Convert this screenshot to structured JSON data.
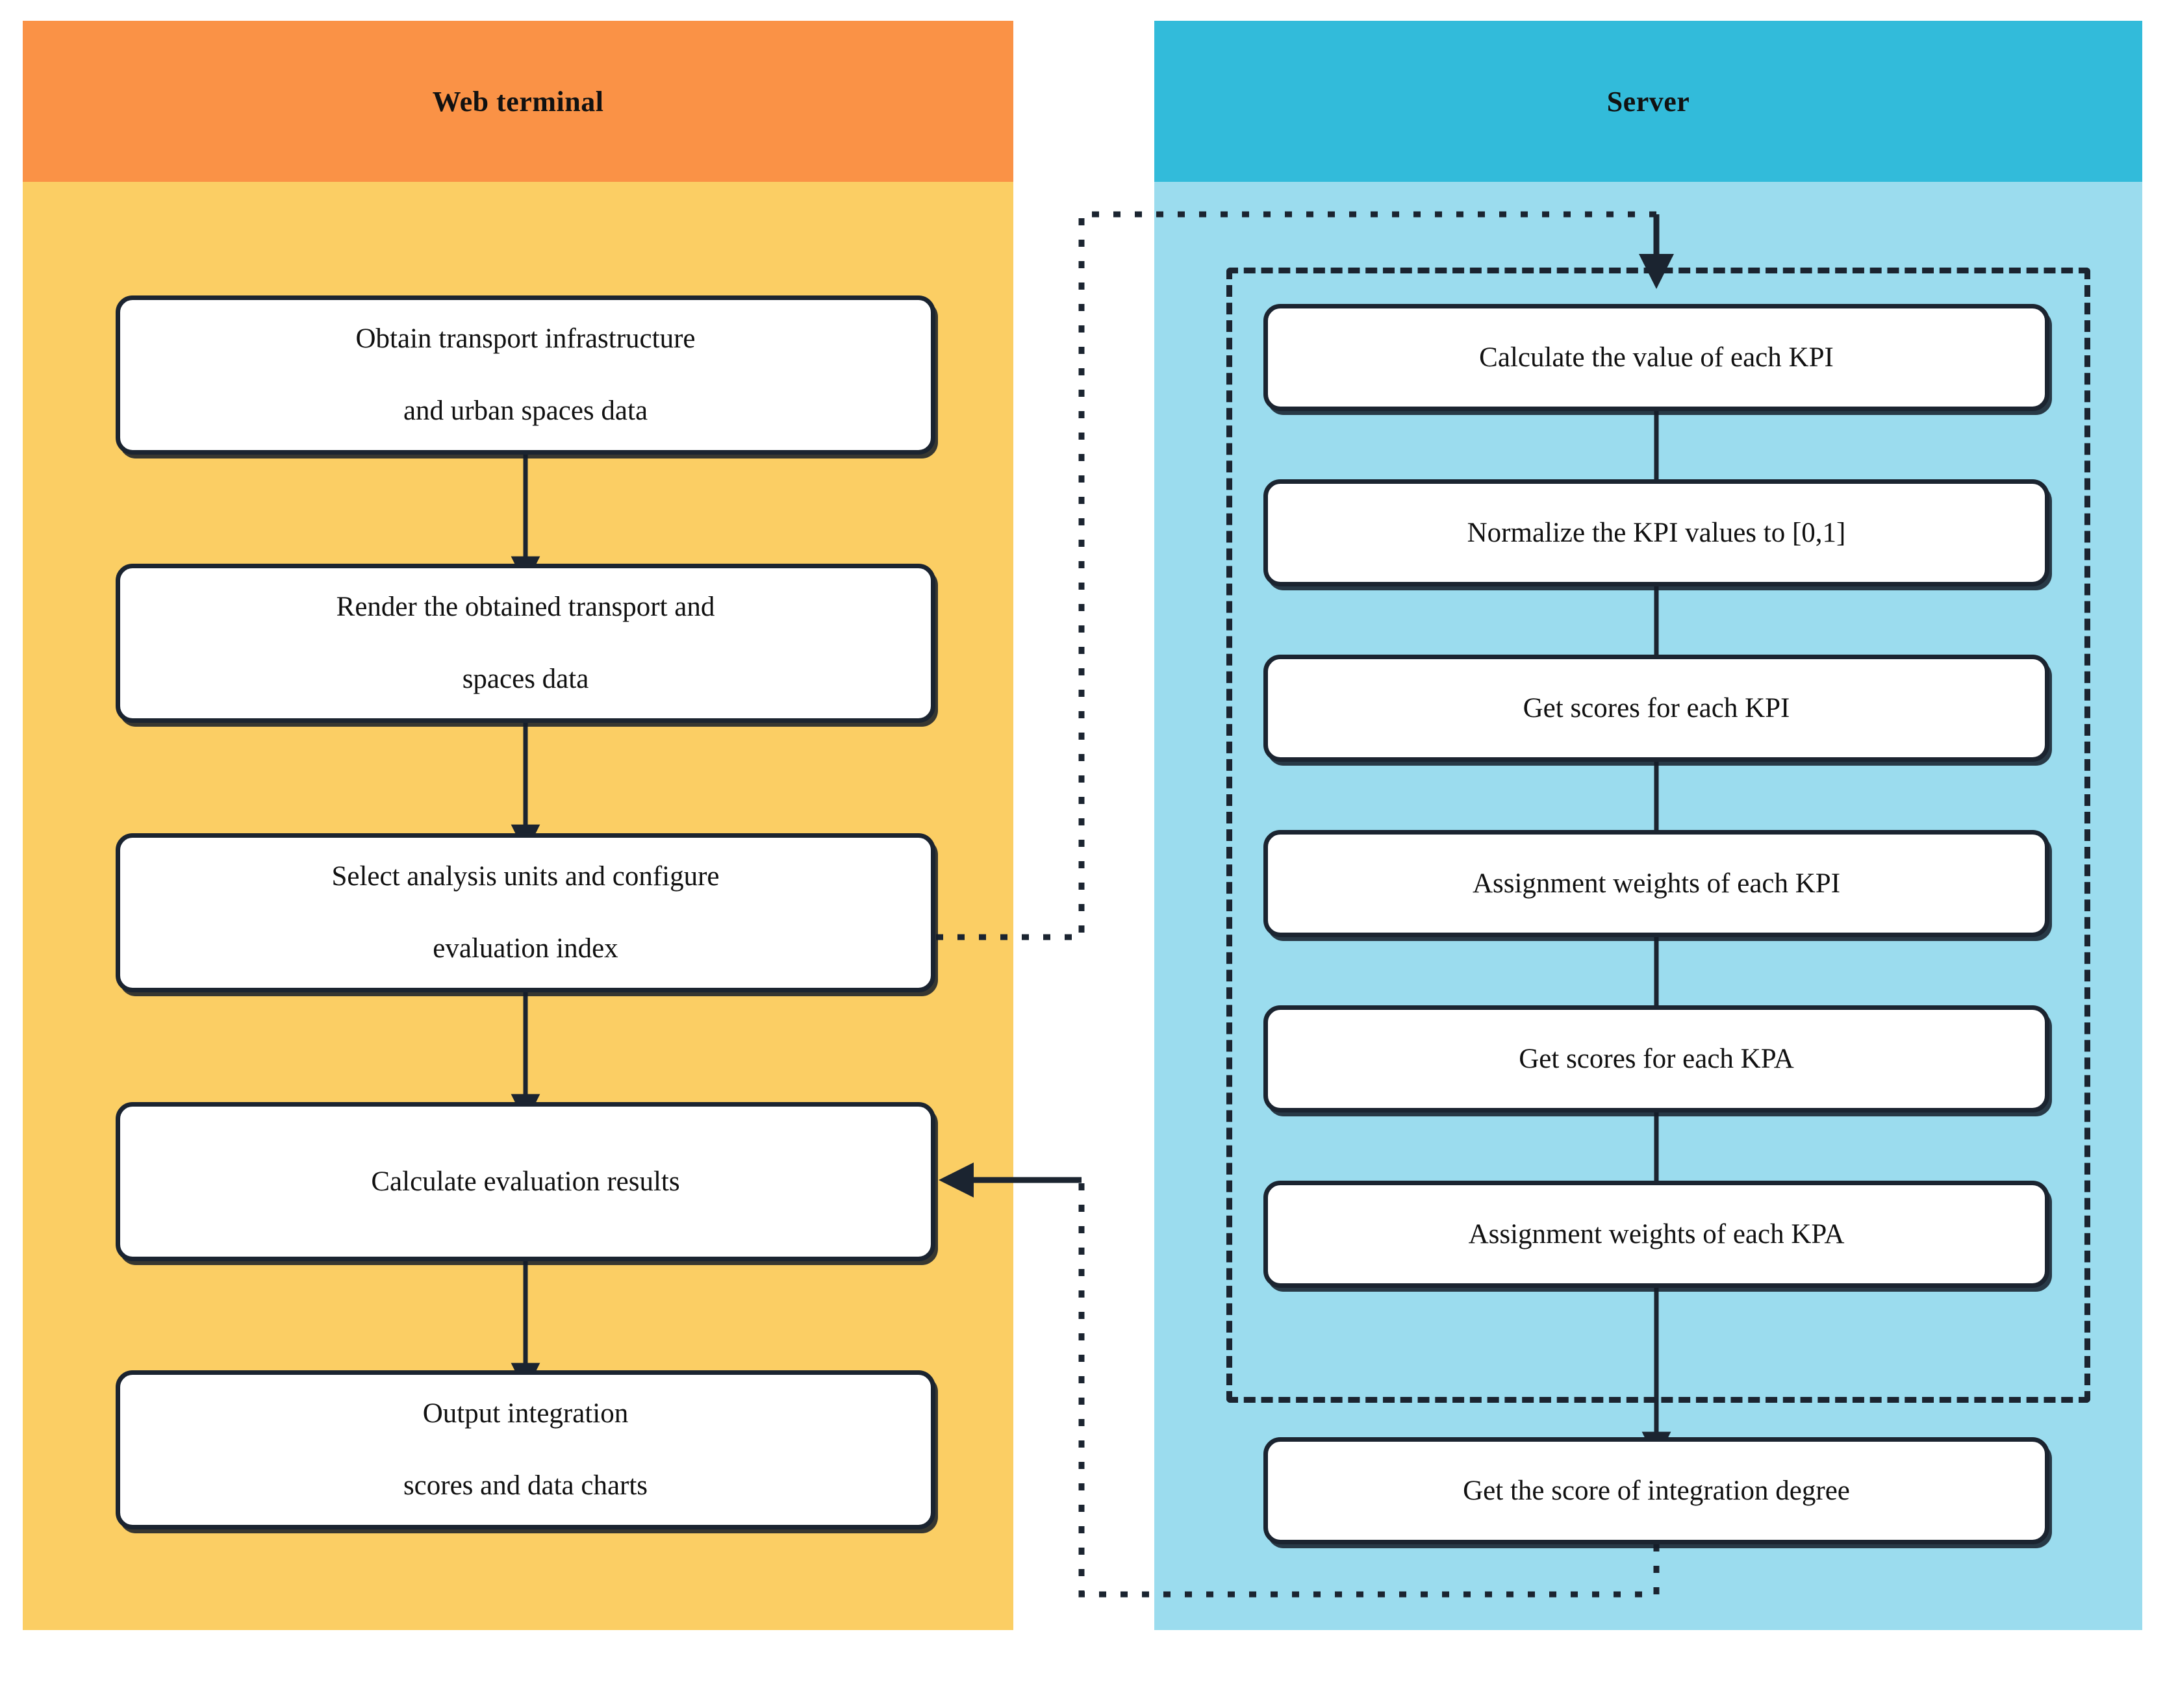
{
  "diagram": {
    "title_left": "Web terminal",
    "title_right": "Server",
    "colors": {
      "web_header": "#FA9246",
      "web_body": "#FBCE64",
      "server_header": "#32BBDA",
      "server_body": "#9BDCEE",
      "node_border": "#1B2430",
      "node_fill": "#FFFFFF"
    }
  },
  "web_terminal": {
    "header": "Web terminal",
    "nodes": [
      {
        "id": "obtain-data",
        "line1": "Obtain transport infrastructure",
        "line2": "and urban spaces data"
      },
      {
        "id": "render-data",
        "line1": "Render the obtained transport and",
        "line2": "spaces data"
      },
      {
        "id": "select-units",
        "line1": "Select analysis units and configure",
        "line2": "evaluation index"
      },
      {
        "id": "calculate-eval",
        "line1": "Calculate evaluation results",
        "line2": ""
      },
      {
        "id": "output-scores",
        "line1": "Output integration",
        "line2": "scores and data charts"
      }
    ]
  },
  "server": {
    "header": "Server",
    "nodes": [
      {
        "id": "calc-kpi-value",
        "line1": "Calculate the value of each KPI",
        "line2": ""
      },
      {
        "id": "normalize-kpi",
        "line1": "Normalize the KPI values to [0,1]",
        "line2": ""
      },
      {
        "id": "scores-kpi",
        "line1": "Get scores for each KPI",
        "line2": ""
      },
      {
        "id": "weights-kpi",
        "line1": "Assignment weights of each KPI",
        "line2": ""
      },
      {
        "id": "scores-kpa",
        "line1": "Get scores for each KPA",
        "line2": ""
      },
      {
        "id": "weights-kpa",
        "line1": "Assignment weights of each KPA",
        "line2": ""
      },
      {
        "id": "integration-score",
        "line1": "Get the score of integration degree",
        "line2": ""
      }
    ]
  },
  "chart_data": {
    "type": "flowchart",
    "title": "Web terminal / Server evaluation workflow",
    "lanes": [
      {
        "name": "Web terminal",
        "color": "#FA9246",
        "steps": [
          "Obtain transport infrastructure and urban spaces data",
          "Render the obtained transport and spaces data",
          "Select analysis units and configure evaluation index",
          "Calculate evaluation results",
          "Output integration scores and data charts"
        ]
      },
      {
        "name": "Server",
        "color": "#32BBDA",
        "steps": [
          "Calculate the value of each KPI",
          "Normalize the KPI values to [0,1]",
          "Get scores for each KPI",
          "Assignment weights of each KPI",
          "Get scores for each KPA",
          "Assignment weights of each KPA",
          "Get the score of integration degree"
        ]
      }
    ],
    "edges": [
      {
        "from": "Obtain transport infrastructure and urban spaces data",
        "to": "Render the obtained transport and spaces data",
        "style": "solid-arrow"
      },
      {
        "from": "Render the obtained transport and spaces data",
        "to": "Select analysis units and configure evaluation index",
        "style": "solid-arrow"
      },
      {
        "from": "Select analysis units and configure evaluation index",
        "to": "Calculate the value of each KPI",
        "style": "dotted-arrow"
      },
      {
        "from": "Calculate the value of each KPI",
        "to": "Normalize the KPI values to [0,1]",
        "style": "solid-arrow"
      },
      {
        "from": "Normalize the KPI values to [0,1]",
        "to": "Get scores for each KPI",
        "style": "solid-arrow"
      },
      {
        "from": "Get scores for each KPI",
        "to": "Assignment weights of each KPI",
        "style": "solid-arrow"
      },
      {
        "from": "Assignment weights of each KPI",
        "to": "Get scores for each KPA",
        "style": "solid-arrow"
      },
      {
        "from": "Get scores for each KPA",
        "to": "Assignment weights of each KPA",
        "style": "solid-arrow"
      },
      {
        "from": "Assignment weights of each KPA",
        "to": "Get the score of integration degree",
        "style": "solid-arrow"
      },
      {
        "from": "Get the score of integration degree",
        "to": "Calculate evaluation results",
        "style": "dotted-arrow"
      },
      {
        "from": "Calculate evaluation results",
        "to": "Output integration scores and data charts",
        "style": "solid-arrow"
      }
    ],
    "grouping": {
      "label": "",
      "style": "dashed-rectangle",
      "contains": [
        "Calculate the value of each KPI",
        "Normalize the KPI values to [0,1]",
        "Get scores for each KPI",
        "Assignment weights of each KPI",
        "Get scores for each KPA",
        "Assignment weights of each KPA"
      ]
    }
  }
}
